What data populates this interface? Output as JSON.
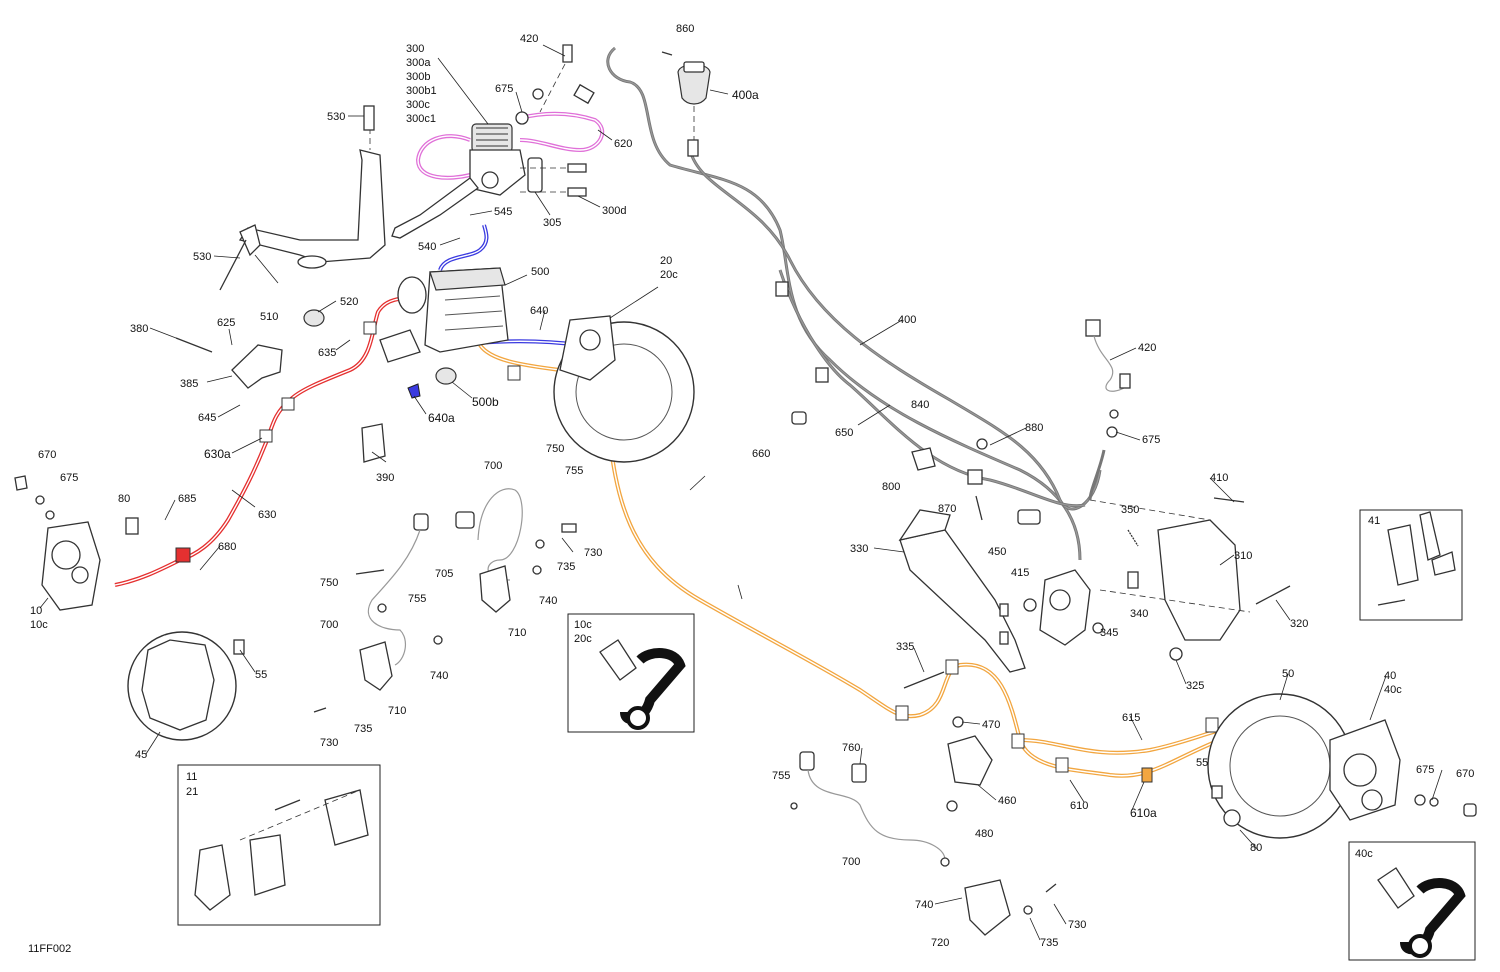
{
  "drawing_code": "11FF002",
  "colors": {
    "front_line_orange": "#f2a640",
    "rear_line_red": "#e53030",
    "clutch_line_pink": "#e070d8",
    "abs_line_blue": "#3a3ae0"
  },
  "inset_labels": {
    "rear_caliper_kit": [
      "10c",
      "20c"
    ],
    "rear_pads": [
      "11",
      "21"
    ],
    "front_pads": "41",
    "front_caliper_kit": "40c"
  },
  "callouts": [
    {
      "id": "c300",
      "text": "300"
    },
    {
      "id": "c300a",
      "text": "300a"
    },
    {
      "id": "c300b",
      "text": "300b"
    },
    {
      "id": "c300b1",
      "text": "300b1"
    },
    {
      "id": "c300c",
      "text": "300c"
    },
    {
      "id": "c300c1",
      "text": "300c1"
    },
    {
      "id": "c420a",
      "text": "420"
    },
    {
      "id": "c675a",
      "text": "675"
    },
    {
      "id": "c620",
      "text": "620"
    },
    {
      "id": "c860",
      "text": "860"
    },
    {
      "id": "c400a",
      "text": "400a"
    },
    {
      "id": "c530a",
      "text": "530"
    },
    {
      "id": "c305",
      "text": "305"
    },
    {
      "id": "c300d",
      "text": "300d"
    },
    {
      "id": "c545",
      "text": "545"
    },
    {
      "id": "c540",
      "text": "540"
    },
    {
      "id": "c530b",
      "text": "530"
    },
    {
      "id": "c510",
      "text": "510"
    },
    {
      "id": "c520",
      "text": "520"
    },
    {
      "id": "c500",
      "text": "500"
    },
    {
      "id": "c20",
      "text": "20"
    },
    {
      "id": "c20c",
      "text": "20c"
    },
    {
      "id": "c640",
      "text": "640"
    },
    {
      "id": "c380",
      "text": "380"
    },
    {
      "id": "c625",
      "text": "625"
    },
    {
      "id": "c635",
      "text": "635"
    },
    {
      "id": "c385",
      "text": "385"
    },
    {
      "id": "c640a",
      "text": "640a"
    },
    {
      "id": "c500b",
      "text": "500b"
    },
    {
      "id": "c645",
      "text": "645"
    },
    {
      "id": "c630a",
      "text": "630a"
    },
    {
      "id": "c390",
      "text": "390"
    },
    {
      "id": "c630",
      "text": "630"
    },
    {
      "id": "c670a",
      "text": "670"
    },
    {
      "id": "c675b",
      "text": "675"
    },
    {
      "id": "c80a",
      "text": "80"
    },
    {
      "id": "c685",
      "text": "685"
    },
    {
      "id": "c680",
      "text": "680"
    },
    {
      "id": "c10",
      "text": "10"
    },
    {
      "id": "c10c",
      "text": "10c"
    },
    {
      "id": "c55a",
      "text": "55"
    },
    {
      "id": "c45",
      "text": "45"
    },
    {
      "id": "c700a",
      "text": "700"
    },
    {
      "id": "c750a",
      "text": "750"
    },
    {
      "id": "c755a",
      "text": "755"
    },
    {
      "id": "c730a",
      "text": "730"
    },
    {
      "id": "c705",
      "text": "705"
    },
    {
      "id": "c735a",
      "text": "735"
    },
    {
      "id": "c740a",
      "text": "740"
    },
    {
      "id": "c710a",
      "text": "710"
    },
    {
      "id": "c750b",
      "text": "750"
    },
    {
      "id": "c755b",
      "text": "755"
    },
    {
      "id": "c700b",
      "text": "700"
    },
    {
      "id": "c740b",
      "text": "740"
    },
    {
      "id": "c710b",
      "text": "710"
    },
    {
      "id": "c735b",
      "text": "735"
    },
    {
      "id": "c730b",
      "text": "730"
    },
    {
      "id": "c400",
      "text": "400"
    },
    {
      "id": "c420b",
      "text": "420"
    },
    {
      "id": "c675c",
      "text": "675"
    },
    {
      "id": "c650",
      "text": "650"
    },
    {
      "id": "c840",
      "text": "840"
    },
    {
      "id": "c880",
      "text": "880"
    },
    {
      "id": "c660",
      "text": "660"
    },
    {
      "id": "c800",
      "text": "800"
    },
    {
      "id": "c870",
      "text": "870"
    },
    {
      "id": "c450",
      "text": "450"
    },
    {
      "id": "c350",
      "text": "350"
    },
    {
      "id": "c410",
      "text": "410"
    },
    {
      "id": "c310",
      "text": "310"
    },
    {
      "id": "c330",
      "text": "330"
    },
    {
      "id": "c415",
      "text": "415"
    },
    {
      "id": "c340",
      "text": "340"
    },
    {
      "id": "c345",
      "text": "345"
    },
    {
      "id": "c320",
      "text": "320"
    },
    {
      "id": "c325",
      "text": "325"
    },
    {
      "id": "c335",
      "text": "335"
    },
    {
      "id": "c470",
      "text": "470"
    },
    {
      "id": "c460",
      "text": "460"
    },
    {
      "id": "c480",
      "text": "480"
    },
    {
      "id": "c615",
      "text": "615"
    },
    {
      "id": "c610",
      "text": "610"
    },
    {
      "id": "c610a",
      "text": "610a"
    },
    {
      "id": "c50",
      "text": "50"
    },
    {
      "id": "c40",
      "text": "40"
    },
    {
      "id": "c40c",
      "text": "40c"
    },
    {
      "id": "c55b",
      "text": "55"
    },
    {
      "id": "c675d",
      "text": "675"
    },
    {
      "id": "c670b",
      "text": "670"
    },
    {
      "id": "c80b",
      "text": "80"
    },
    {
      "id": "c760",
      "text": "760"
    },
    {
      "id": "c755c",
      "text": "755"
    },
    {
      "id": "c700c",
      "text": "700"
    },
    {
      "id": "c740c",
      "text": "740"
    },
    {
      "id": "c730c",
      "text": "730"
    },
    {
      "id": "c720",
      "text": "720"
    },
    {
      "id": "c735c",
      "text": "735"
    }
  ]
}
